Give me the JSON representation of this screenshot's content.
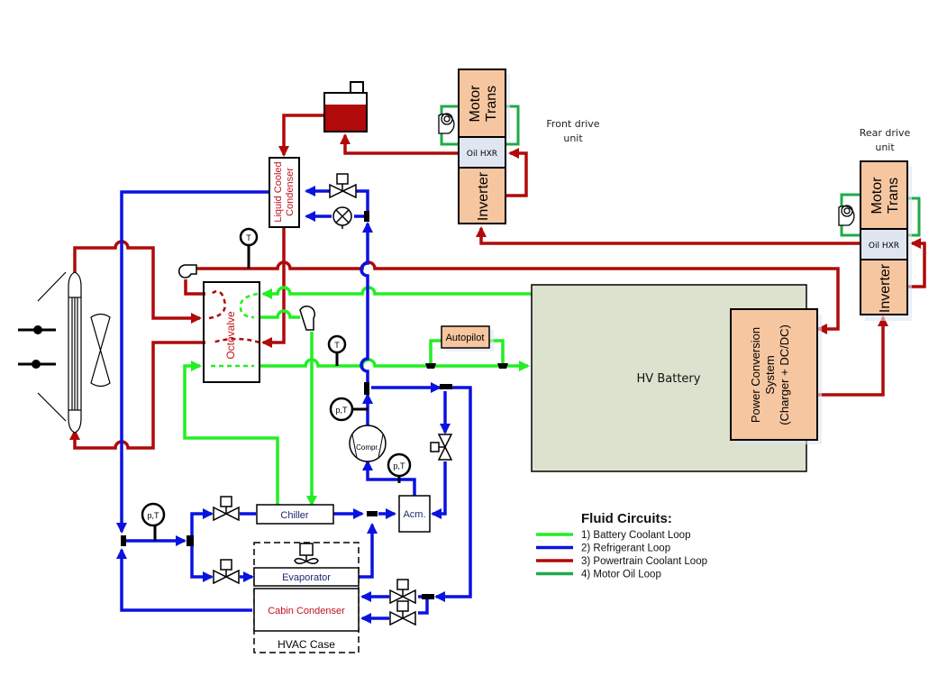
{
  "colors": {
    "battery_coolant": "#22ee22",
    "refrigerant": "#0a12e0",
    "powertrain_coolant": "#b00a0a",
    "motor_oil": "#1faa4a",
    "component_fill": "#f6c6a0",
    "hv_battery_fill": "#dde2cf",
    "oil_hxr_fill": "#dfe6f2",
    "red_text": "#c0141c",
    "navy_text": "#1a2a6c"
  },
  "components": {
    "front_drive_unit": {
      "title_line1": "Front drive",
      "title_line2": "unit",
      "motor": "Motor",
      "trans": "Trans",
      "oil_hxr": "Oil HXR",
      "inverter": "Inverter"
    },
    "rear_drive_unit": {
      "title_line1": "Rear drive",
      "title_line2": "unit",
      "motor": "Motor",
      "trans": "Trans",
      "oil_hxr": "Oil HXR",
      "inverter": "Inverter"
    },
    "liquid_cooled_condenser": {
      "line1": "Liquid Cooled",
      "line2": "Condenser"
    },
    "octovalve": "Octovalve",
    "hv_battery": "HV Battery",
    "power_conversion": {
      "line1": "Power Conversion",
      "line2": "System",
      "line3": "(Charger + DC/DC)"
    },
    "autopilot": "Autopilot",
    "compressor": "Compr.",
    "accumulator": "Acm.",
    "chiller": "Chiller",
    "evaporator": "Evaporator",
    "cabin_condenser": "Cabin Condenser",
    "hvac_case": "HVAC Case",
    "sensors": {
      "temperature": "T",
      "pressure_temperature": "p,T"
    }
  },
  "legend": {
    "title": "Fluid Circuits:",
    "items": [
      {
        "label": "1) Battery Coolant Loop",
        "color": "#22ee22"
      },
      {
        "label": "2) Refrigerant Loop",
        "color": "#0a12e0"
      },
      {
        "label": "3) Powertrain Coolant Loop",
        "color": "#b00a0a"
      },
      {
        "label": "4) Motor Oil Loop",
        "color": "#1faa4a"
      }
    ]
  }
}
